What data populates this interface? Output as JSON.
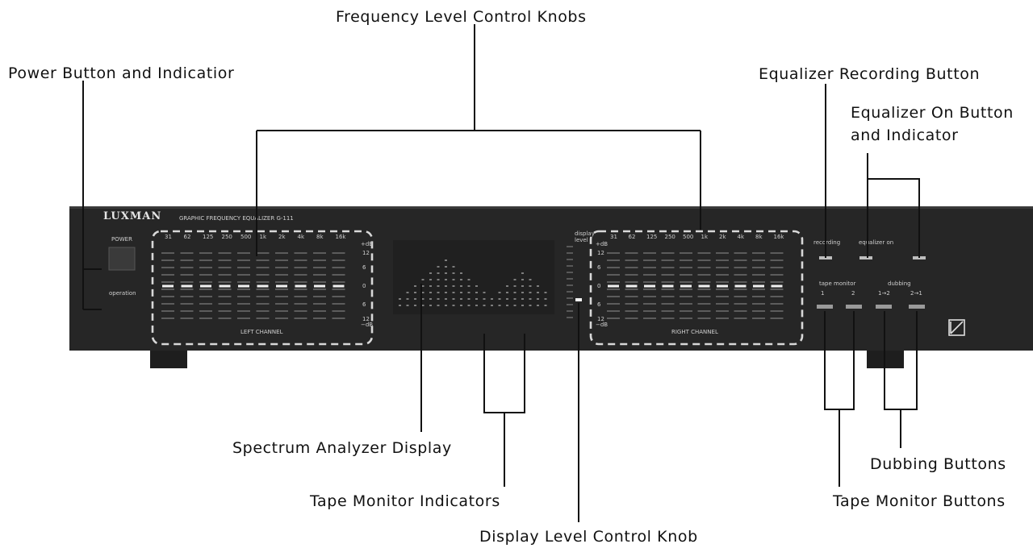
{
  "labels": {
    "power": "Power Button and Indicatior",
    "frequency": "Frequency Level Control Knobs",
    "eq_recording": "Equalizer Recording Button",
    "eq_on_1": "Equalizer On Button",
    "eq_on_2": "and Indicator",
    "spectrum": "Spectrum Analyzer Display",
    "tape_indicators": "Tape Monitor Indicators",
    "display_level": "Display Level Control Knob",
    "dubbing": "Dubbing Buttons",
    "tape_buttons": "Tape Monitor Buttons"
  },
  "panel": {
    "brand": "LUXMAN",
    "model": "GRAPHIC FREQUENCY EQUALIZER G-111",
    "power": "POWER",
    "operation": "operation",
    "left_channel": "LEFT CHANNEL",
    "right_channel": "RIGHT CHANNEL",
    "recording": "recording",
    "equalizer_on": "equalizer on",
    "tape_monitor": "tape monitor",
    "dubbing": "dubbing",
    "tm1": "1",
    "tm2": "2",
    "dub12": "1→2",
    "dub21": "2→1",
    "display": "display",
    "level": "level",
    "db_plus": "+dB",
    "db_minus": "−dB",
    "scale": [
      "12",
      "6",
      "0",
      "6",
      "12"
    ],
    "bands": [
      "31",
      "62",
      "125",
      "250",
      "500",
      "1k",
      "2k",
      "4k",
      "8k",
      "16k"
    ],
    "knob_levels": [
      0,
      0,
      0,
      0,
      0,
      0,
      0,
      0,
      0,
      0
    ]
  },
  "colors": {
    "panel": "#262626",
    "panel_text": "#cfcfcf",
    "callout_text": "#111111"
  },
  "icons": [
    "luxman-logo-icon"
  ]
}
